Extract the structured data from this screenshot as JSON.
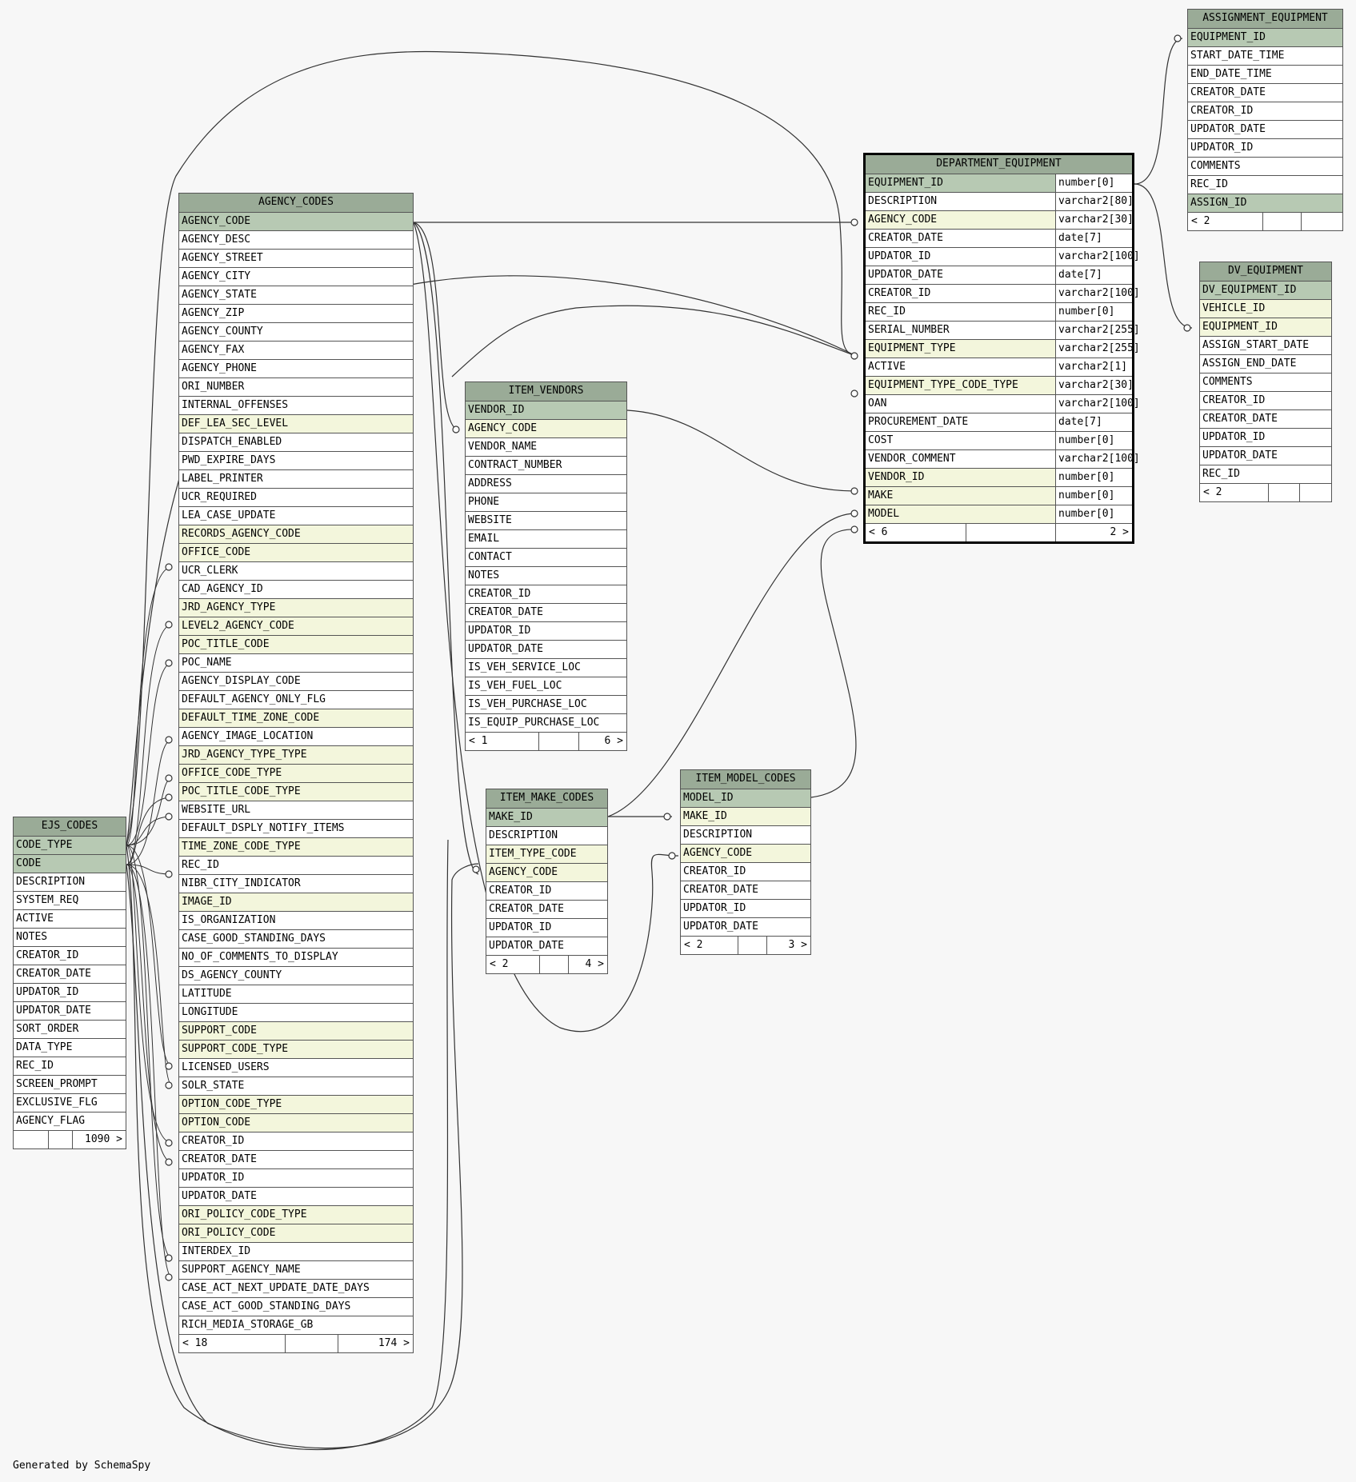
{
  "caption": "Generated by SchemaSpy",
  "colors": {
    "title_bg": "#9aab97",
    "pk_bg": "#b7c9b3",
    "fk_bg": "#f3f6dc",
    "plain_bg": "#ffffff",
    "line": "#333333",
    "background": "#f7f7f7"
  },
  "tables": [
    {
      "id": "AGENCY_CODES",
      "name": "AGENCY_CODES",
      "columns": [
        {
          "name": "AGENCY_CODE",
          "kind": "pk"
        },
        {
          "name": "AGENCY_DESC",
          "kind": "plain"
        },
        {
          "name": "AGENCY_STREET",
          "kind": "plain"
        },
        {
          "name": "AGENCY_CITY",
          "kind": "plain"
        },
        {
          "name": "AGENCY_STATE",
          "kind": "plain"
        },
        {
          "name": "AGENCY_ZIP",
          "kind": "plain"
        },
        {
          "name": "AGENCY_COUNTY",
          "kind": "plain"
        },
        {
          "name": "AGENCY_FAX",
          "kind": "plain"
        },
        {
          "name": "AGENCY_PHONE",
          "kind": "plain"
        },
        {
          "name": "ORI_NUMBER",
          "kind": "plain"
        },
        {
          "name": "INTERNAL_OFFENSES",
          "kind": "plain"
        },
        {
          "name": "DEF_LEA_SEC_LEVEL",
          "kind": "fk"
        },
        {
          "name": "DISPATCH_ENABLED",
          "kind": "plain"
        },
        {
          "name": "PWD_EXPIRE_DAYS",
          "kind": "plain"
        },
        {
          "name": "LABEL_PRINTER",
          "kind": "plain"
        },
        {
          "name": "UCR_REQUIRED",
          "kind": "plain"
        },
        {
          "name": "LEA_CASE_UPDATE",
          "kind": "plain"
        },
        {
          "name": "RECORDS_AGENCY_CODE",
          "kind": "fk"
        },
        {
          "name": "OFFICE_CODE",
          "kind": "fk"
        },
        {
          "name": "UCR_CLERK",
          "kind": "plain"
        },
        {
          "name": "CAD_AGENCY_ID",
          "kind": "plain"
        },
        {
          "name": "JRD_AGENCY_TYPE",
          "kind": "fk"
        },
        {
          "name": "LEVEL2_AGENCY_CODE",
          "kind": "fk"
        },
        {
          "name": "POC_TITLE_CODE",
          "kind": "fk"
        },
        {
          "name": "POC_NAME",
          "kind": "plain"
        },
        {
          "name": "AGENCY_DISPLAY_CODE",
          "kind": "plain"
        },
        {
          "name": "DEFAULT_AGENCY_ONLY_FLG",
          "kind": "plain"
        },
        {
          "name": "DEFAULT_TIME_ZONE_CODE",
          "kind": "fk"
        },
        {
          "name": "AGENCY_IMAGE_LOCATION",
          "kind": "plain"
        },
        {
          "name": "JRD_AGENCY_TYPE_TYPE",
          "kind": "fk"
        },
        {
          "name": "OFFICE_CODE_TYPE",
          "kind": "fk"
        },
        {
          "name": "POC_TITLE_CODE_TYPE",
          "kind": "fk"
        },
        {
          "name": "WEBSITE_URL",
          "kind": "plain"
        },
        {
          "name": "DEFAULT_DSPLY_NOTIFY_ITEMS",
          "kind": "plain"
        },
        {
          "name": "TIME_ZONE_CODE_TYPE",
          "kind": "fk"
        },
        {
          "name": "REC_ID",
          "kind": "plain"
        },
        {
          "name": "NIBR_CITY_INDICATOR",
          "kind": "plain"
        },
        {
          "name": "IMAGE_ID",
          "kind": "fk"
        },
        {
          "name": "IS_ORGANIZATION",
          "kind": "plain"
        },
        {
          "name": "CASE_GOOD_STANDING_DAYS",
          "kind": "plain"
        },
        {
          "name": "NO_OF_COMMENTS_TO_DISPLAY",
          "kind": "plain"
        },
        {
          "name": "DS_AGENCY_COUNTY",
          "kind": "plain"
        },
        {
          "name": "LATITUDE",
          "kind": "plain"
        },
        {
          "name": "LONGITUDE",
          "kind": "plain"
        },
        {
          "name": "SUPPORT_CODE",
          "kind": "fk"
        },
        {
          "name": "SUPPORT_CODE_TYPE",
          "kind": "fk"
        },
        {
          "name": "LICENSED_USERS",
          "kind": "plain"
        },
        {
          "name": "SOLR_STATE",
          "kind": "plain"
        },
        {
          "name": "OPTION_CODE_TYPE",
          "kind": "fk"
        },
        {
          "name": "OPTION_CODE",
          "kind": "fk"
        },
        {
          "name": "CREATOR_ID",
          "kind": "plain"
        },
        {
          "name": "CREATOR_DATE",
          "kind": "plain"
        },
        {
          "name": "UPDATOR_ID",
          "kind": "plain"
        },
        {
          "name": "UPDATOR_DATE",
          "kind": "plain"
        },
        {
          "name": "ORI_POLICY_CODE_TYPE",
          "kind": "fk"
        },
        {
          "name": "ORI_POLICY_CODE",
          "kind": "fk"
        },
        {
          "name": "INTERDEX_ID",
          "kind": "plain"
        },
        {
          "name": "SUPPORT_AGENCY_NAME",
          "kind": "plain"
        },
        {
          "name": "CASE_ACT_NEXT_UPDATE_DATE_DAYS",
          "kind": "plain"
        },
        {
          "name": "CASE_ACT_GOOD_STANDING_DAYS",
          "kind": "plain"
        },
        {
          "name": "RICH_MEDIA_STORAGE_GB",
          "kind": "plain"
        }
      ],
      "footer": [
        "< 18",
        "",
        "174 >"
      ]
    },
    {
      "id": "EJS_CODES",
      "name": "EJS_CODES",
      "columns": [
        {
          "name": "CODE_TYPE",
          "kind": "pk"
        },
        {
          "name": "CODE",
          "kind": "pk"
        },
        {
          "name": "DESCRIPTION",
          "kind": "plain"
        },
        {
          "name": "SYSTEM_REQ",
          "kind": "plain"
        },
        {
          "name": "ACTIVE",
          "kind": "plain"
        },
        {
          "name": "NOTES",
          "kind": "plain"
        },
        {
          "name": "CREATOR_ID",
          "kind": "plain"
        },
        {
          "name": "CREATOR_DATE",
          "kind": "plain"
        },
        {
          "name": "UPDATOR_ID",
          "kind": "plain"
        },
        {
          "name": "UPDATOR_DATE",
          "kind": "plain"
        },
        {
          "name": "SORT_ORDER",
          "kind": "plain"
        },
        {
          "name": "DATA_TYPE",
          "kind": "plain"
        },
        {
          "name": "REC_ID",
          "kind": "plain"
        },
        {
          "name": "SCREEN_PROMPT",
          "kind": "plain"
        },
        {
          "name": "EXCLUSIVE_FLG",
          "kind": "plain"
        },
        {
          "name": "AGENCY_FLAG",
          "kind": "plain"
        }
      ],
      "footer": [
        "",
        "",
        "1090 >"
      ]
    },
    {
      "id": "ITEM_VENDORS",
      "name": "ITEM_VENDORS",
      "columns": [
        {
          "name": "VENDOR_ID",
          "kind": "pk"
        },
        {
          "name": "AGENCY_CODE",
          "kind": "fk"
        },
        {
          "name": "VENDOR_NAME",
          "kind": "plain"
        },
        {
          "name": "CONTRACT_NUMBER",
          "kind": "plain"
        },
        {
          "name": "ADDRESS",
          "kind": "plain"
        },
        {
          "name": "PHONE",
          "kind": "plain"
        },
        {
          "name": "WEBSITE",
          "kind": "plain"
        },
        {
          "name": "EMAIL",
          "kind": "plain"
        },
        {
          "name": "CONTACT",
          "kind": "plain"
        },
        {
          "name": "NOTES",
          "kind": "plain"
        },
        {
          "name": "CREATOR_ID",
          "kind": "plain"
        },
        {
          "name": "CREATOR_DATE",
          "kind": "plain"
        },
        {
          "name": "UPDATOR_ID",
          "kind": "plain"
        },
        {
          "name": "UPDATOR_DATE",
          "kind": "plain"
        },
        {
          "name": "IS_VEH_SERVICE_LOC",
          "kind": "plain"
        },
        {
          "name": "IS_VEH_FUEL_LOC",
          "kind": "plain"
        },
        {
          "name": "IS_VEH_PURCHASE_LOC",
          "kind": "plain"
        },
        {
          "name": "IS_EQUIP_PURCHASE_LOC",
          "kind": "plain"
        }
      ],
      "footer": [
        "< 1",
        "",
        "6 >"
      ]
    },
    {
      "id": "ITEM_MAKE_CODES",
      "name": "ITEM_MAKE_CODES",
      "columns": [
        {
          "name": "MAKE_ID",
          "kind": "pk"
        },
        {
          "name": "DESCRIPTION",
          "kind": "plain"
        },
        {
          "name": "ITEM_TYPE_CODE",
          "kind": "fk"
        },
        {
          "name": "AGENCY_CODE",
          "kind": "fk"
        },
        {
          "name": "CREATOR_ID",
          "kind": "plain"
        },
        {
          "name": "CREATOR_DATE",
          "kind": "plain"
        },
        {
          "name": "UPDATOR_ID",
          "kind": "plain"
        },
        {
          "name": "UPDATOR_DATE",
          "kind": "plain"
        }
      ],
      "footer": [
        "< 2",
        "",
        "4 >"
      ]
    },
    {
      "id": "ITEM_MODEL_CODES",
      "name": "ITEM_MODEL_CODES",
      "columns": [
        {
          "name": "MODEL_ID",
          "kind": "pk"
        },
        {
          "name": "MAKE_ID",
          "kind": "fk"
        },
        {
          "name": "DESCRIPTION",
          "kind": "plain"
        },
        {
          "name": "AGENCY_CODE",
          "kind": "fk"
        },
        {
          "name": "CREATOR_ID",
          "kind": "plain"
        },
        {
          "name": "CREATOR_DATE",
          "kind": "plain"
        },
        {
          "name": "UPDATOR_ID",
          "kind": "plain"
        },
        {
          "name": "UPDATOR_DATE",
          "kind": "plain"
        }
      ],
      "footer": [
        "< 2",
        "",
        "3 >"
      ]
    },
    {
      "id": "DEPARTMENT_EQUIPMENT",
      "name": "DEPARTMENT_EQUIPMENT",
      "selected": true,
      "columns": [
        {
          "name": "EQUIPMENT_ID",
          "kind": "pk",
          "type": "number[0]"
        },
        {
          "name": "DESCRIPTION",
          "kind": "plain",
          "type": "varchar2[80]"
        },
        {
          "name": "AGENCY_CODE",
          "kind": "fk",
          "type": "varchar2[30]"
        },
        {
          "name": "CREATOR_DATE",
          "kind": "plain",
          "type": "date[7]"
        },
        {
          "name": "UPDATOR_ID",
          "kind": "plain",
          "type": "varchar2[100]"
        },
        {
          "name": "UPDATOR_DATE",
          "kind": "plain",
          "type": "date[7]"
        },
        {
          "name": "CREATOR_ID",
          "kind": "plain",
          "type": "varchar2[100]"
        },
        {
          "name": "REC_ID",
          "kind": "plain",
          "type": "number[0]"
        },
        {
          "name": "SERIAL_NUMBER",
          "kind": "plain",
          "type": "varchar2[255]"
        },
        {
          "name": "EQUIPMENT_TYPE",
          "kind": "fk",
          "type": "varchar2[255]"
        },
        {
          "name": "ACTIVE",
          "kind": "plain",
          "type": "varchar2[1]"
        },
        {
          "name": "EQUIPMENT_TYPE_CODE_TYPE",
          "kind": "fk",
          "type": "varchar2[30]"
        },
        {
          "name": "OAN",
          "kind": "plain",
          "type": "varchar2[100]"
        },
        {
          "name": "PROCUREMENT_DATE",
          "kind": "plain",
          "type": "date[7]"
        },
        {
          "name": "COST",
          "kind": "plain",
          "type": "number[0]"
        },
        {
          "name": "VENDOR_COMMENT",
          "kind": "plain",
          "type": "varchar2[100]"
        },
        {
          "name": "VENDOR_ID",
          "kind": "fk",
          "type": "number[0]"
        },
        {
          "name": "MAKE",
          "kind": "fk",
          "type": "number[0]"
        },
        {
          "name": "MODEL",
          "kind": "fk",
          "type": "number[0]"
        }
      ],
      "footer": [
        "< 6",
        "",
        "2 >"
      ]
    },
    {
      "id": "ASSIGNMENT_EQUIPMENT",
      "name": "ASSIGNMENT_EQUIPMENT",
      "columns": [
        {
          "name": "EQUIPMENT_ID",
          "kind": "pk"
        },
        {
          "name": "START_DATE_TIME",
          "kind": "plain"
        },
        {
          "name": "END_DATE_TIME",
          "kind": "plain"
        },
        {
          "name": "CREATOR_DATE",
          "kind": "plain"
        },
        {
          "name": "CREATOR_ID",
          "kind": "plain"
        },
        {
          "name": "UPDATOR_DATE",
          "kind": "plain"
        },
        {
          "name": "UPDATOR_ID",
          "kind": "plain"
        },
        {
          "name": "COMMENTS",
          "kind": "plain"
        },
        {
          "name": "REC_ID",
          "kind": "plain"
        },
        {
          "name": "ASSIGN_ID",
          "kind": "pk"
        }
      ],
      "footer": [
        "< 2",
        "",
        ""
      ]
    },
    {
      "id": "DV_EQUIPMENT",
      "name": "DV_EQUIPMENT",
      "columns": [
        {
          "name": "DV_EQUIPMENT_ID",
          "kind": "pk"
        },
        {
          "name": "VEHICLE_ID",
          "kind": "fk"
        },
        {
          "name": "EQUIPMENT_ID",
          "kind": "fk"
        },
        {
          "name": "ASSIGN_START_DATE",
          "kind": "plain"
        },
        {
          "name": "ASSIGN_END_DATE",
          "kind": "plain"
        },
        {
          "name": "COMMENTS",
          "kind": "plain"
        },
        {
          "name": "CREATOR_ID",
          "kind": "plain"
        },
        {
          "name": "CREATOR_DATE",
          "kind": "plain"
        },
        {
          "name": "UPDATOR_ID",
          "kind": "plain"
        },
        {
          "name": "UPDATOR_DATE",
          "kind": "plain"
        },
        {
          "name": "REC_ID",
          "kind": "plain"
        }
      ],
      "footer": [
        "< 2",
        "",
        ""
      ]
    }
  ]
}
